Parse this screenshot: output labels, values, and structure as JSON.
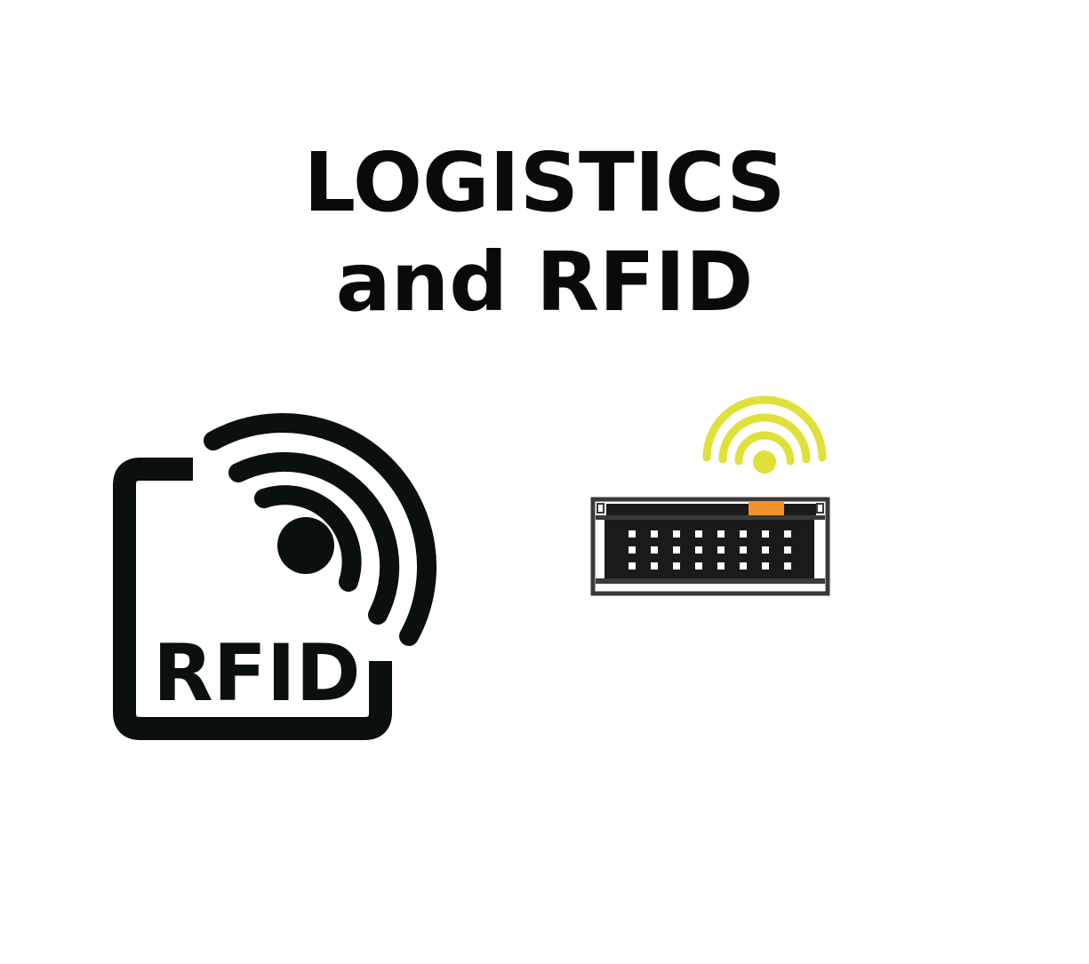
{
  "title": {
    "line1": "LOGISTICS",
    "line2": "and RFID"
  },
  "rfid_tag_icon": {
    "label": "RFID",
    "icon": "rfid-tag-icon",
    "color": "#0a0f0f"
  },
  "reader_icon": {
    "icon": "rfid-reader-icon",
    "body_color": "#1a1a1a",
    "frame_color": "#3a3a3a",
    "indicator_color": "#f0922b",
    "signal_color": "#dfe03a"
  }
}
